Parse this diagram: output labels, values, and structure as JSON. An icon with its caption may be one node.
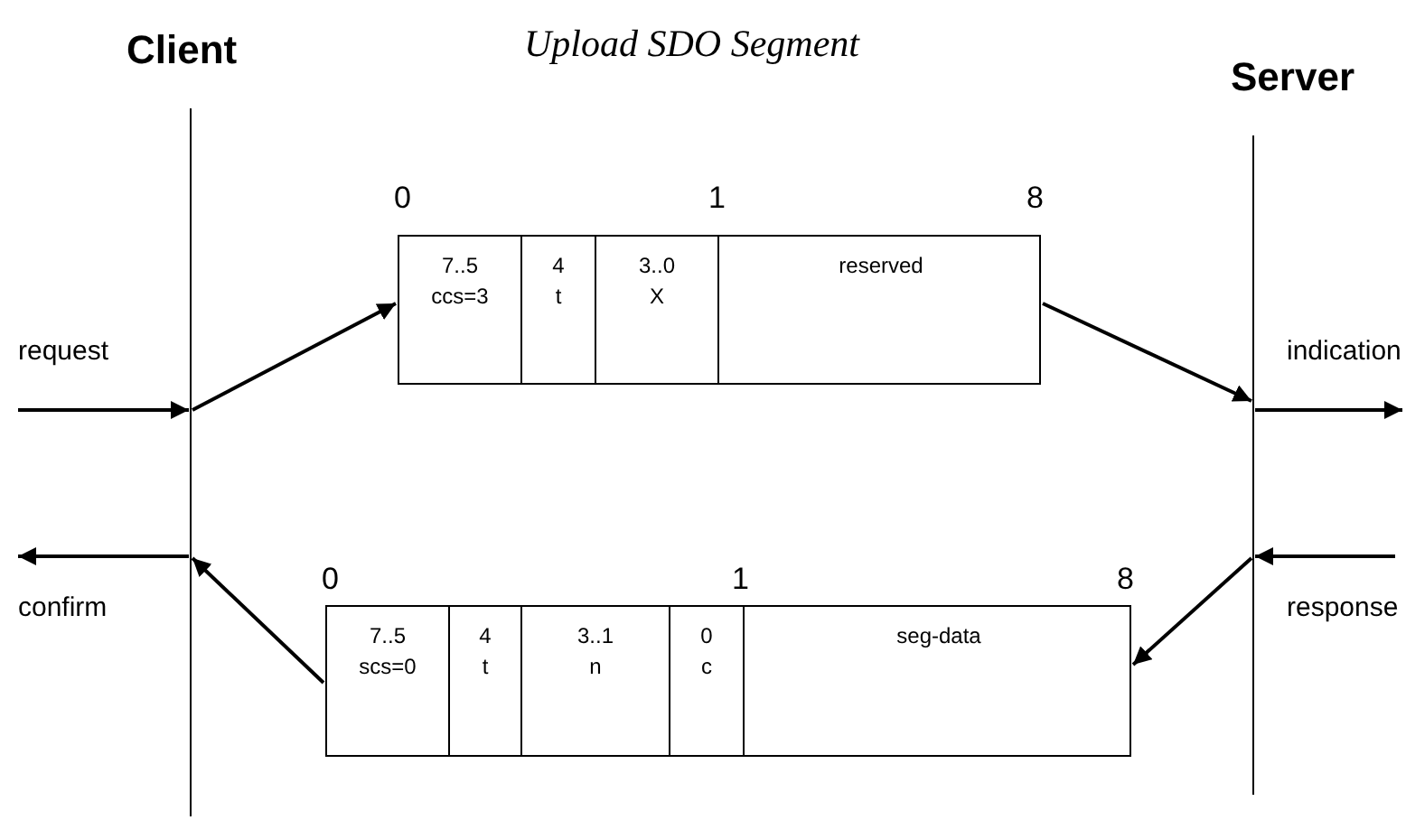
{
  "diagram": {
    "title": "Upload SDO Segment",
    "nodes": [
      {
        "text": [
          "Client"
        ]
      },
      {
        "text": [
          "Server"
        ]
      },
      {
        "text": [],
        "shape": "box"
      },
      {
        "text": [
          "7..5",
          "ccs=3"
        ],
        "in": 2
      },
      {
        "text": [
          "4",
          "t"
        ],
        "in": 2
      },
      {
        "text": [
          "3..0",
          "X"
        ],
        "in": 2
      },
      {
        "text": [
          "reserved"
        ],
        "in": 2
      },
      {
        "text": [],
        "shape": "box"
      },
      {
        "text": [
          "7..5",
          "scs=0"
        ],
        "in": 7
      },
      {
        "text": [
          "4",
          "t"
        ],
        "in": 7
      },
      {
        "text": [
          "3..1",
          "n"
        ],
        "in": 7
      },
      {
        "text": [
          "0",
          "c"
        ],
        "in": 7
      },
      {
        "text": [
          "seg-data"
        ],
        "in": 7
      }
    ],
    "edges": [
      {
        "from": null,
        "to": 0,
        "arrow": "to",
        "label": "request"
      },
      {
        "from": 0,
        "to": 2,
        "arrow": "to"
      },
      {
        "from": 2,
        "to": 1,
        "arrow": "to"
      },
      {
        "from": 1,
        "to": null,
        "arrow": "to",
        "label": "indication"
      },
      {
        "from": null,
        "to": 1,
        "arrow": "to",
        "label": "response"
      },
      {
        "from": 1,
        "to": 7,
        "arrow": "to"
      },
      {
        "from": 7,
        "to": 0,
        "arrow": "to"
      },
      {
        "from": 0,
        "to": null,
        "arrow": "to",
        "label": "confirm"
      }
    ],
    "labels": [
      "0",
      "1",
      "8",
      "0",
      "1",
      "8"
    ]
  }
}
